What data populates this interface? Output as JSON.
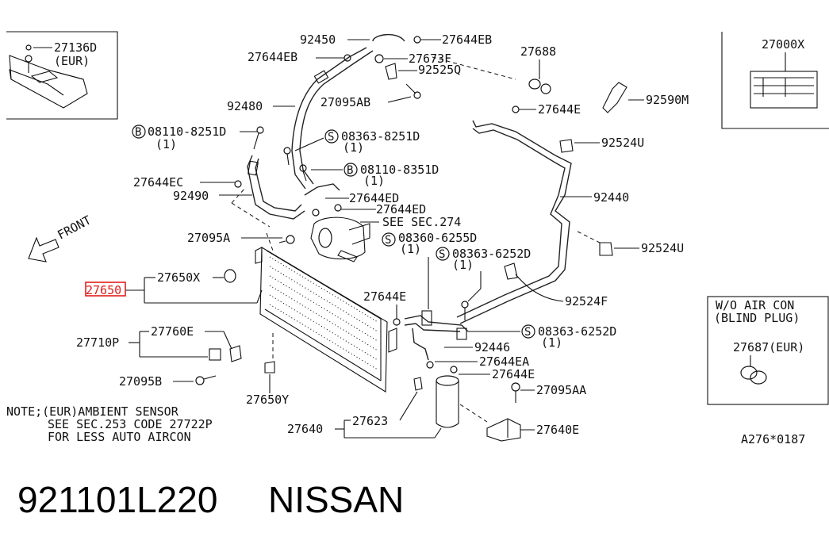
{
  "labels": {
    "p27136D": "27136D",
    "eur1": "(EUR)",
    "p92450": "92450",
    "p27644EB_a": "27644EB",
    "p27644EB_b": "27644EB",
    "p27673F": "27673F",
    "p92525Q": "92525Q",
    "p27688": "27688",
    "p27000X": "27000X",
    "p27095AB": "27095AB",
    "p92480": "92480",
    "p27644E_a": "27644E",
    "p92590M": "92590M",
    "b08110_8251D": "08110-8251D",
    "b08110_8251D_q": "(1)",
    "s08363_8251D": "08363-8251D",
    "s08363_8251D_q": "(1)",
    "p92524U_a": "92524U",
    "b08110_8351D": "08110-8351D",
    "b08110_8351D_q": "(1)",
    "p27644EC": "27644EC",
    "p92490": "92490",
    "p27644ED_a": "27644ED",
    "p27644ED_b": "27644ED",
    "p92440": "92440",
    "front": "FRONT",
    "see274": "SEE SEC.274",
    "p27095A": "27095A",
    "s08360_6255D": "08360-6255D",
    "s08360_6255D_q": "(1)",
    "p92524U_b": "92524U",
    "s08363_6252D_a": "08363-6252D",
    "s08363_6252D_a_q": "(1)",
    "p27650X": "27650X",
    "p27650": "27650",
    "p92524F": "92524F",
    "p27644E_b": "27644E",
    "woac": "W/O AIR CON",
    "blindplug": "(BLIND PLUG)",
    "s08363_6252D_b": "08363-6252D",
    "s08363_6252D_b_q": "(1)",
    "p27760E": "27760E",
    "p27710P": "27710P",
    "p92446": "92446",
    "p27687": "27687(EUR)",
    "p27644EA": "27644EA",
    "p27644E_c": "27644E",
    "p27095B": "27095B",
    "p27095AA": "27095AA",
    "p27650Y": "27650Y",
    "note1": "NOTE;(EUR)AMBIENT SENSOR",
    "note2": "SEE SEC.253 CODE 27722P",
    "note3": "FOR LESS AUTO AIRCON",
    "p27623": "27623",
    "p27640": "27640",
    "p27640E": "27640E",
    "ref": "A276*0187"
  },
  "markers": {
    "b": "B",
    "s": "S"
  },
  "caption": {
    "part_number": "921101L220",
    "brand": "NISSAN"
  },
  "highlight_color": "#e0201c"
}
